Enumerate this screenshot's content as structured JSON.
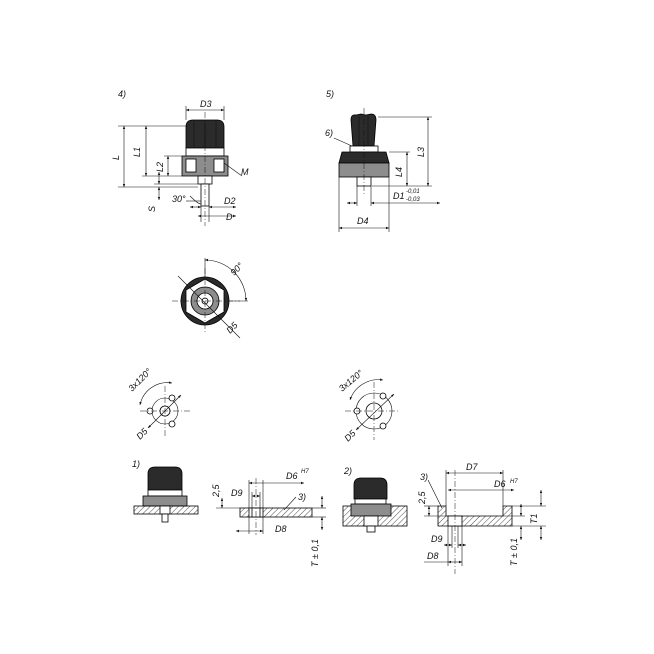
{
  "views": {
    "view4": {
      "number": "4)",
      "dims": {
        "D3": "D3",
        "L": "L",
        "L1": "L1",
        "L2": "L2",
        "M": "M",
        "S": "S",
        "angle": "30°",
        "D2": "D2",
        "D": "D"
      }
    },
    "view5": {
      "number": "5)",
      "callout": "6)",
      "dims": {
        "L3": "L3",
        "L4": "L4",
        "D1": "D1",
        "D1_tol_upper": "-0,01",
        "D1_tol_lower": "-0,03",
        "D4": "D4"
      }
    },
    "top": {
      "angle": "90°",
      "d5": "D5"
    },
    "pattern_left": {
      "angle": "3x120°",
      "d5": "D5"
    },
    "pattern_right": {
      "angle": "3x120°",
      "d5": "D5"
    },
    "fig1": {
      "number": "1)"
    },
    "sec1": {
      "dims": {
        "h25": "2,5",
        "D9": "D9",
        "D6": "D6",
        "D6_fit": "H7",
        "callout": "3)",
        "D8": "D8",
        "T": "T ± 0,1"
      }
    },
    "fig2": {
      "number": "2)"
    },
    "sec2": {
      "dims": {
        "callout": "3)",
        "D7": "D7",
        "h25": "2,5",
        "D6": "D6",
        "D6_fit": "H7",
        "T1": "T1",
        "D9": "D9",
        "D8": "D8",
        "T": "T ± 0,1"
      }
    }
  }
}
